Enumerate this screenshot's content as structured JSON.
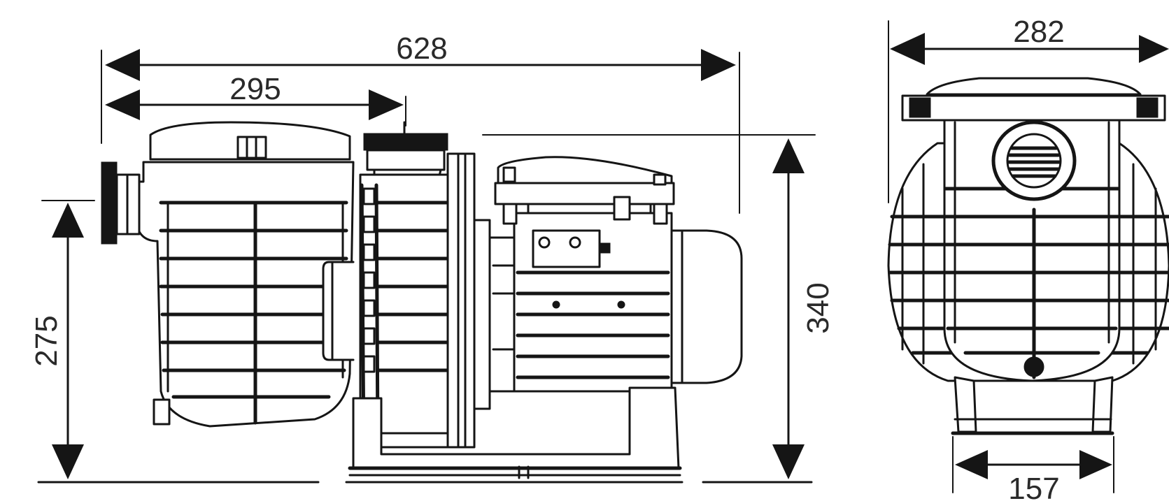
{
  "diagram": {
    "dimensions": {
      "overall_length": "628",
      "strainer_length": "295",
      "inlet_height": "275",
      "overall_height": "340",
      "overall_width": "282",
      "base_width": "157"
    }
  }
}
